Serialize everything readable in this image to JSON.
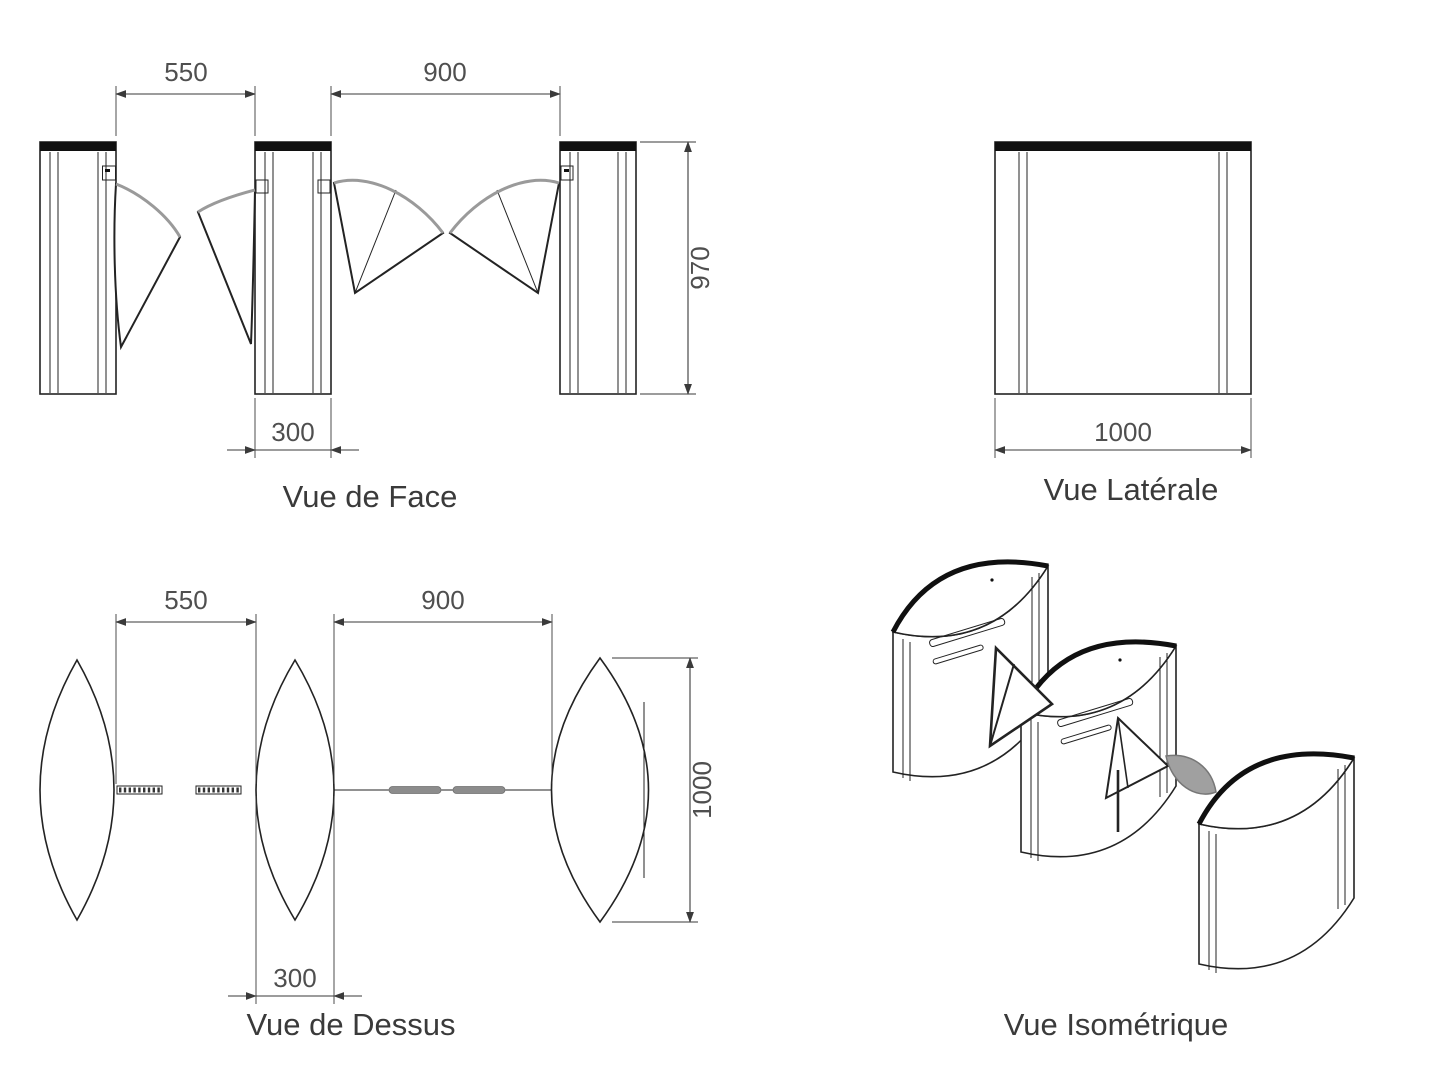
{
  "drawing": {
    "subject": "flap-barrier-turnstile-technical-drawing",
    "line_color": "#232323",
    "text_color": "#4f4f4f",
    "accent_gray": "#9a9a9a",
    "background": "#ffffff"
  },
  "views": {
    "front": {
      "title": "Vue de Face",
      "dim_gap_left": "550",
      "dim_gap_right": "900",
      "dim_cabinet_width": "300",
      "dim_height": "970"
    },
    "side": {
      "title": "Vue Latérale",
      "dim_depth": "1000"
    },
    "top": {
      "title": "Vue de Dessus",
      "dim_gap_left": "550",
      "dim_gap_right": "900",
      "dim_cabinet_width": "300",
      "dim_depth": "1000"
    },
    "iso": {
      "title": "Vue Isométrique"
    }
  }
}
